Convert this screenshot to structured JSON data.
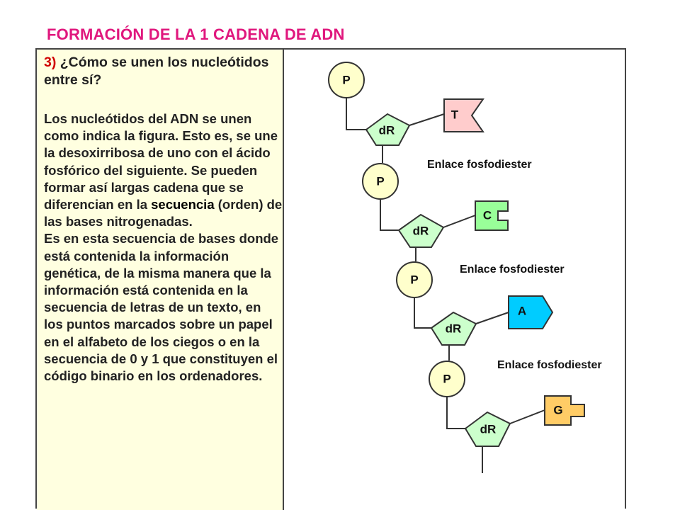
{
  "title": "FORMACIÓN DE LA 1 CADENA DE ADN",
  "question": {
    "number": "3)",
    "text": "¿Cómo se unen los nucleótidos entre sí?"
  },
  "body": {
    "part1": "Los nucleótidos del ADN se unen como indica la figura. Esto es, se une la desoxirribosa de uno con el ácido fosfórico del siguiente. Se pueden formar así largas cadena que se diferencian en la",
    "keyword": "secuencia",
    "part2": "(orden) de las bases nitrogenadas.",
    "paragraph2": "Es en esta secuencia de bases donde está contenida la información genética, de la misma manera que la información está contenida en la secuencia de letras de un texto, en los puntos marcados sobre un papel en el alfabeto de los ciegos o en la secuencia de 0 y 1 que constituyen el código binario en los ordenadores."
  },
  "diagram": {
    "phosphate_label": "P",
    "sugar_label": "dR",
    "bases": [
      "T",
      "C",
      "A",
      "G"
    ],
    "bond_labels": [
      "Enlace fosfodiester",
      "Enlace fosfodiester",
      "Enlace fosfodiester"
    ],
    "colors": {
      "phosphate": "#ffffcc",
      "sugar": "#ccffcc",
      "base_T": "#ffcccc",
      "base_C": "#99ff99",
      "base_A": "#00ccff",
      "base_G": "#ffcc66"
    }
  }
}
